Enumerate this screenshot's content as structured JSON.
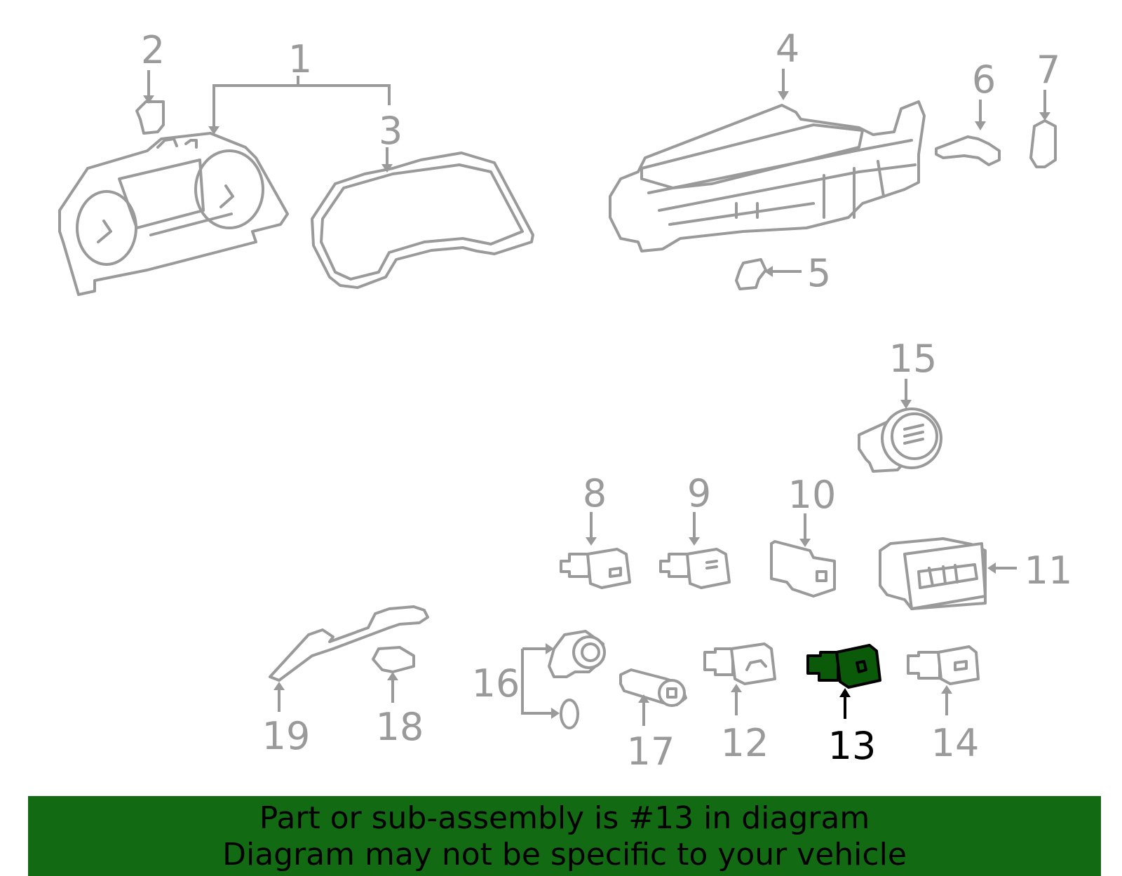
{
  "callouts": {
    "c1": "1",
    "c2": "2",
    "c3": "3",
    "c4": "4",
    "c5": "5",
    "c6": "6",
    "c7": "7",
    "c8": "8",
    "c9": "9",
    "c10": "10",
    "c11": "11",
    "c12": "12",
    "c13": "13",
    "c14": "14",
    "c15": "15",
    "c16": "16",
    "c17": "17",
    "c18": "18",
    "c19": "19"
  },
  "highlighted_part": "13",
  "colors": {
    "highlight_fill": "#0a5a0a",
    "banner_bg": "#126a12",
    "line": "#9a9a9a"
  },
  "banner": {
    "line1": "Part or sub-assembly is #13 in diagram",
    "line2": "Diagram may not be specific to your vehicle"
  }
}
